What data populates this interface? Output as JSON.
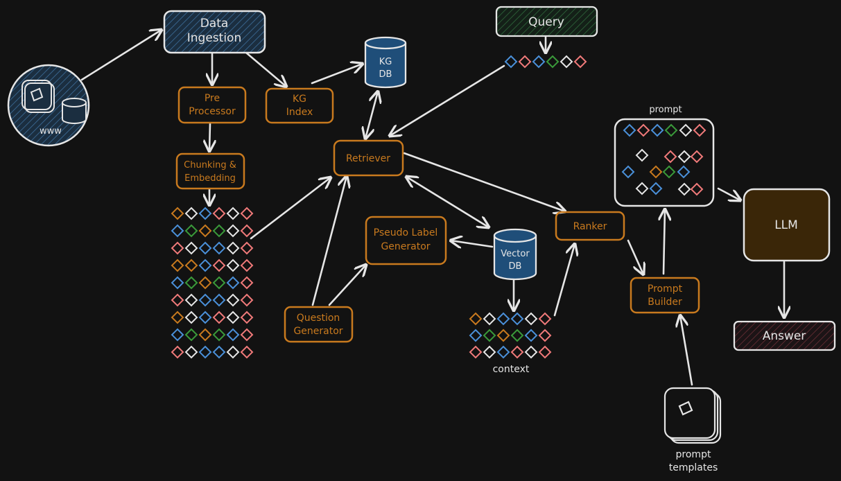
{
  "colors": {
    "background": "#121212",
    "orange": "#c97a1e",
    "white": "#e6e6e6",
    "blue": "#4a90d9",
    "blue_fill": "#1f4e79",
    "green": "#3a9a3a",
    "green_fill": "#1b3a26",
    "pink": "#f07a7a",
    "red_fill": "#3a1e22",
    "llm_fill": "#3a2608"
  },
  "nodes": {
    "data_ingestion": "Data\nIngestion",
    "source_caption": "www",
    "pre_processor": "Pre\nProcessor",
    "kg_index": "KG\nIndex",
    "kg_db": "KG\nDB",
    "chunking": "Chunking &\nEmbedding",
    "query": "Query",
    "retriever": "Retriever",
    "pseudo_label": "Pseudo Label\nGenerator",
    "vector_db": "Vector\nDB",
    "question_gen": "Question\nGenerator",
    "ranker": "Ranker",
    "prompt_builder": "Prompt\nBuilder",
    "llm": "LLM",
    "answer": "Answer",
    "prompt_caption": "prompt",
    "context_caption": "context",
    "templates_caption": "prompt\ntemplates"
  },
  "token_grids": {
    "query": [
      [
        "blue",
        "pink",
        "blue",
        "green",
        "white",
        "pink"
      ]
    ],
    "embeddings": [
      [
        "orange",
        "white",
        "blue",
        "pink",
        "white",
        "pink"
      ],
      [
        "blue",
        "green",
        "orange",
        "green",
        "white",
        "pink"
      ],
      [
        "pink",
        "white",
        "blue",
        "blue",
        "white",
        "pink"
      ],
      [
        "orange",
        "orange",
        "blue",
        "pink",
        "white",
        "pink"
      ],
      [
        "blue",
        "green",
        "orange",
        "green",
        "blue",
        "pink"
      ],
      [
        "pink",
        "white",
        "blue",
        "blue",
        "white",
        "pink"
      ],
      [
        "orange",
        "white",
        "blue",
        "pink",
        "white",
        "pink"
      ],
      [
        "blue",
        "green",
        "orange",
        "green",
        "blue",
        "pink"
      ],
      [
        "pink",
        "white",
        "blue",
        "blue",
        "white",
        "pink"
      ]
    ],
    "context": [
      [
        "orange",
        "white",
        "blue",
        "blue",
        "white",
        "pink"
      ],
      [
        "blue",
        "green",
        "orange",
        "green",
        "blue",
        "pink"
      ],
      [
        "pink",
        "white",
        "blue",
        "pink",
        "white",
        "pink"
      ]
    ]
  }
}
